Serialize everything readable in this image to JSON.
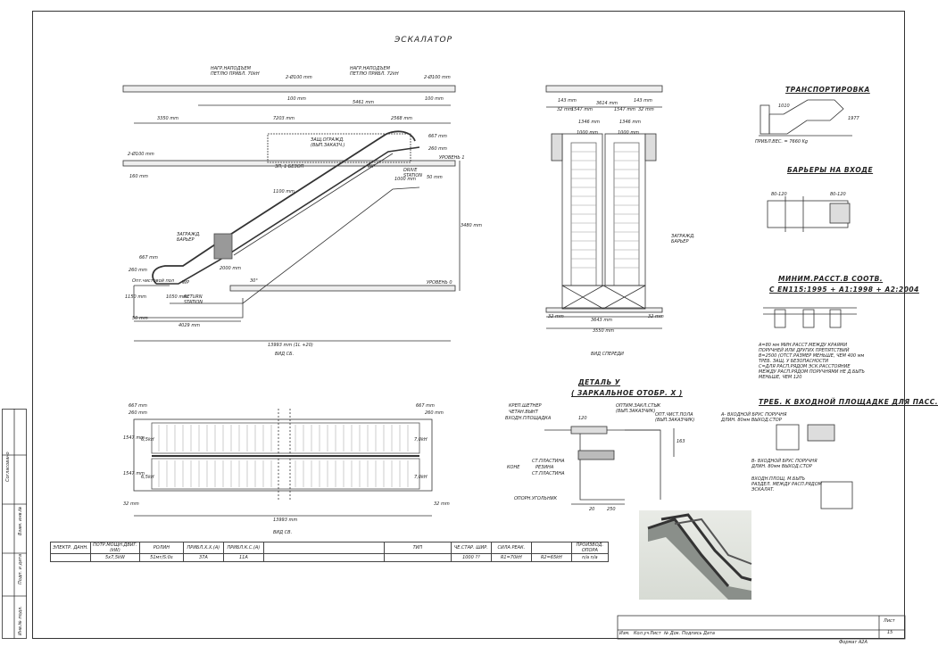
{
  "title": "ЭСКАЛАТОР",
  "sections": {
    "transport": "ТРАНСПОРТИРОВКА",
    "barriers": "БАРЬЕРЫ НА ВХОДЕ",
    "minimum": "МИНИМ.РАССТ.В СООТВ.",
    "standard": "С EN115:1995 + А1:1998 + А2:2004",
    "entry": "ТРЕБ. К ВХОДНОЙ ПЛОЩАДКЕ ДЛЯ ПАСС.",
    "detail": "ДЕТАЛЬ У",
    "detail_sub": "( ЗАРКАЛЬНОЕ ОТОБР. Х )"
  },
  "view_labels": {
    "side": "ВИД СБ.",
    "front": "ВИД СПЕРЕДИ",
    "top": "ВИД СВ."
  },
  "side_view": {
    "support_left": "НАГР.НАПОДЪЕМ ПЕТЛЮ ПРИБЛ. 70kH",
    "support_right": "НАГР.НАПОДЪЕМ ПЕТЛЮ ПРИБЛ. 72kH",
    "dim_2x400a": "2-Ø100 mm",
    "dim_2x400b": "2-Ø100 mm",
    "dim_2x400c": "2-Ø100 mm",
    "dim_100a": "100 mm",
    "dim_100b": "100 mm",
    "dim_5461": "5461 mm",
    "dim_3350": "3350 mm",
    "dim_7203": "7203 mm",
    "dim_2568": "2568 mm",
    "dim_667": "667 mm",
    "dim_260": "260 mm",
    "dim_160": "160 mm",
    "dim_50": "50 mm",
    "balustrade": "ЗАЩ.ОГРАЖД. (ВЫП.ЗАКАЗЧ.)",
    "label_z1": "ЗП, 1 БЕЗОП",
    "level1": "УРОВЕНЬ 1",
    "level0": "УРОВЕНЬ 0",
    "fence": "ЗАГРАЖД. БАРЬЕР",
    "drive": "DRIVE STATION",
    "return": "RETURN STATION",
    "dim_3480": "3480 mm",
    "dim_1000": "1000 mm",
    "dim_1100": "1100 mm",
    "dim_1050": "1050 mm",
    "dim_2000": "2000 mm",
    "dim_4029": "4029 mm",
    "dim_total": "13993 mm (1L +20)",
    "dim_667b": "667 mm",
    "dim_260b": "260 mm",
    "dim_1150": "1150 mm",
    "dim_50b": "50 mm",
    "angle": "30°",
    "wp_a": "WP",
    "wp_b": "WP",
    "ladder": "Опт.чистовой пол"
  },
  "front_view": {
    "d143a": "143 mm",
    "d143b": "143 mm",
    "d3614": "3614 mm",
    "d32a": "32 mm",
    "d32b": "32 mm",
    "d1547a": "1547 mm",
    "d1547b": "1547 mm",
    "d1346a": "1346 mm",
    "d1346b": "1346 mm",
    "d1000a": "1000 mm",
    "d1000b": "1000 mm",
    "d3643": "3643 mm",
    "d3550": "3550 mm",
    "d32c": "32 mm",
    "d32d": "32 mm",
    "fence": "ЗАГРАЖД. БАРЬЕР"
  },
  "top_view": {
    "d667a": "667 mm",
    "d260a": "260 mm",
    "d667b": "667 mm",
    "d260b": "260 mm",
    "d1547a": "1547 mm",
    "d1547b": "1547 mm",
    "d32a": "32 mm",
    "d32b": "32 mm",
    "d13993": "13993 mm",
    "tag1": "6,5kH",
    "tag2": "6,5kH",
    "tag3": "7,0kH",
    "tag4": "7,0kH"
  },
  "detail": {
    "l1": "КРЕП.ШЕТНЕР",
    "l2": "ЧЕТАН.ВЫНТ",
    "l3": "ВХОДН.ПЛОЩАДКА",
    "l4": "ОПТИМ.ЗАКЛ.СТЫК (ВЫП.ЗАКАЗЧИК)",
    "l5": "ОПТ.ЧИСТ.ПОЛА (ВЫП.ЗАКАЗЧИК)",
    "l6": "СТ.ПЛАСТИНА",
    "l7": "РЕЗИНА",
    "l8": "СТ.ПЛАСТИНА",
    "l9": "КОНЕ",
    "l10": "ОПОРН.УГОЛЬНИК",
    "d120": "120",
    "d163": "163",
    "d20": "20",
    "d250": "250"
  },
  "min_notes": [
    "А=80 мм МИН.РАССТ.МЕЖДУ КРАЯМИ",
    "ПОРУЧНЕЙ ИЛИ ДРУГИХ ПРЕПЯТСТВИЙ",
    "В=2500 (ОТСТ.РАЗМЕР МЕНЬШЕ, ЧЕМ 400 мм",
    "ТРЕБ. ЗАЩ. У БЕЗОПАСНОСТИ",
    "С=ДЛЯ РАСП.РЯДОМ ЭСК.РАССТОЯНИЕ",
    "МЕЖДУ РАСП.РЯДОМ ПОРУЧНЯМИ НЕ Д.БЫТЬ",
    "МЕНЬШЕ, ЧЕМ 120"
  ],
  "barrier_dims": {
    "a": "80-120",
    "b": "80-120"
  },
  "transport": {
    "weight": "ПРИБЛ.ВЕС. = 7660 Kg",
    "dim1": "1977",
    "dim2": "1010"
  },
  "entry_notes": {
    "n1": "А- ВХОДНОЙ БРУС ПОРУЧНЯ ДЛИН. 80мм ВЫХОД.СТОР",
    "n2": "В- ВХОДНОЙ БРУС ПОРУЧНЯ ДЛИН. 80мм ВЫХОД.СТОР",
    "n3": "ВХОДН.ПЛОЩ. М.БЫТЬ РАЗДЕЛ. МЕЖДУ РАСП.РЯДОМ ЭСКАЛАТ."
  },
  "spec_table": {
    "row1": [
      "ЭЛЕКТР. ДАНН.",
      "ПОТР.МОЩН.ДВИГ. (kW)",
      "РОЛИН",
      "ПРИБЛ.Х.Х.(А)",
      "ПРИБЛ.К.С.(А)",
      "",
      "ТИП",
      "ЧЕ.СТАР. ШИР.",
      "СИЛА РЕАК.",
      "",
      "ПРОИЗВОД. ОПОРА"
    ],
    "row2": [
      "",
      "5x7,5kW",
      "51мт/S:0s",
      "37A",
      "11A",
      "",
      "",
      "1000 ??",
      "R1=70kH",
      "R2=65kH",
      "n/a n/a"
    ]
  },
  "stamp": {
    "cols": [
      "Изм.",
      "Кол.уч",
      "Лист",
      "№ Док.",
      "Подпись",
      "Дата"
    ],
    "sheet_label": "Лист",
    "sheet_no": "15",
    "format": "Формат А2А"
  },
  "side_strip": [
    "Инв.№ подл.",
    "Подп. и дата",
    "Взам. инв.№",
    "Согласовано"
  ]
}
